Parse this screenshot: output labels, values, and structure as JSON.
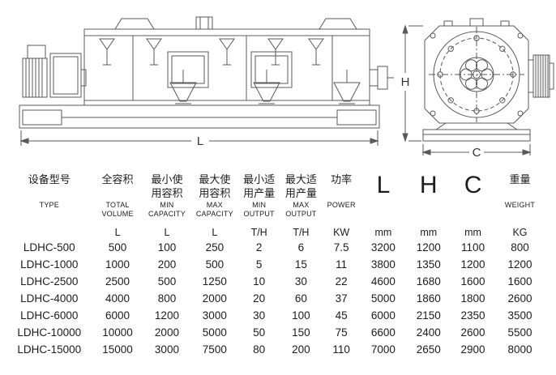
{
  "drawings": {
    "dim_L": "L",
    "dim_H": "H",
    "dim_C": "C"
  },
  "table": {
    "columns": [
      {
        "zh": "设备型号",
        "en": "TYPE",
        "unit": ""
      },
      {
        "zh": "全容积",
        "en": "TOTAL\nVOLUME",
        "unit": "L"
      },
      {
        "zh": "最小使\n用容积",
        "en": "MIN\nCAPACITY",
        "unit": "L"
      },
      {
        "zh": "最大使\n用容积",
        "en": "MAX\nCAPACITY",
        "unit": "L"
      },
      {
        "zh": "最小适\n用产量",
        "en": "MIN\nOUTPUT",
        "unit": "T/H"
      },
      {
        "zh": "最大适\n用产量",
        "en": "MAX\nOUTPUT",
        "unit": "T/H"
      },
      {
        "zh": "功率",
        "en": "POWER",
        "unit": "KW"
      },
      {
        "zh": "L",
        "en": "",
        "unit": "mm"
      },
      {
        "zh": "H",
        "en": "",
        "unit": "mm"
      },
      {
        "zh": "C",
        "en": "",
        "unit": "mm"
      },
      {
        "zh": "重量",
        "en": "WEIGHT",
        "unit": "KG"
      }
    ],
    "rows": [
      [
        "LDHC-500",
        "500",
        "100",
        "250",
        "2",
        "6",
        "7.5",
        "3200",
        "1200",
        "1100",
        "800"
      ],
      [
        "LDHC-1000",
        "1000",
        "200",
        "500",
        "5",
        "15",
        "11",
        "3800",
        "1350",
        "1200",
        "1200"
      ],
      [
        "LDHC-2500",
        "2500",
        "500",
        "1250",
        "10",
        "30",
        "22",
        "4600",
        "1680",
        "1600",
        "1600"
      ],
      [
        "LDHC-4000",
        "4000",
        "800",
        "2000",
        "20",
        "60",
        "37",
        "5000",
        "1860",
        "1800",
        "2600"
      ],
      [
        "LDHC-6000",
        "6000",
        "1200",
        "3000",
        "30",
        "100",
        "45",
        "6000",
        "2150",
        "2350",
        "3500"
      ],
      [
        "LDHC-10000",
        "10000",
        "2000",
        "5000",
        "50",
        "150",
        "75",
        "6600",
        "2400",
        "2600",
        "5500"
      ],
      [
        "LDHC-15000",
        "15000",
        "3000",
        "7500",
        "80",
        "200",
        "110",
        "7000",
        "2650",
        "2900",
        "8000"
      ]
    ]
  }
}
